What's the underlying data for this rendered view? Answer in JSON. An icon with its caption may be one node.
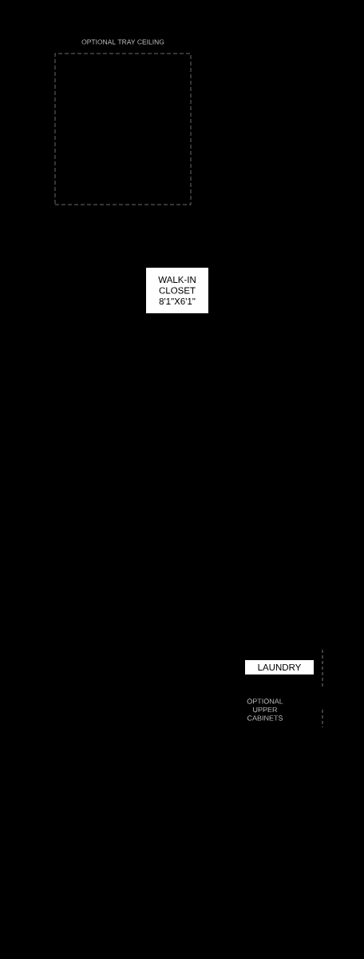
{
  "diagram": {
    "nodes": [
      {
        "text": [
          "OPTIONAL TRAY CEILING"
        ]
      },
      {
        "text": [
          "WALK-IN CLOSET 8'1\"X6'1\""
        ]
      },
      {
        "text": [
          "LAUNDRY"
        ]
      }
    ],
    "labels": [
      "OPTIONAL UPPER CABINETS"
    ]
  }
}
